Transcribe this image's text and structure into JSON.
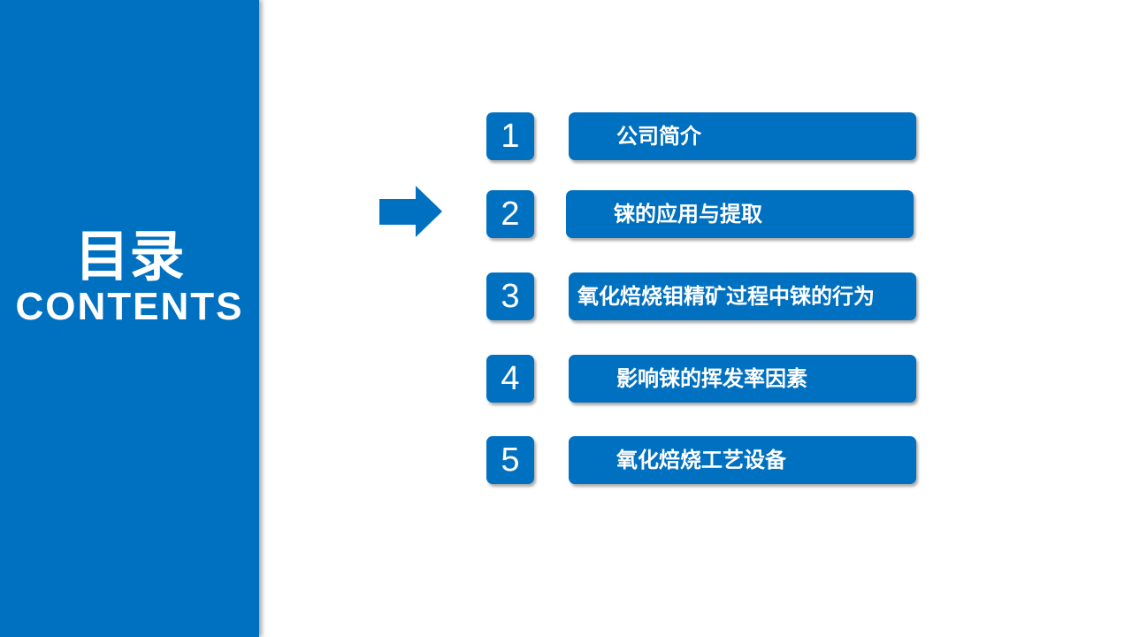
{
  "sidebar": {
    "title": "目录",
    "subtitle": "CONTENTS"
  },
  "items": [
    {
      "number": "1",
      "label": "公司简介"
    },
    {
      "number": "2",
      "label": "铼的应用与提取"
    },
    {
      "number": "3",
      "label": "氧化焙烧钼精矿过程中铼的行为"
    },
    {
      "number": "4",
      "label": "影响铼的挥发率因素"
    },
    {
      "number": "5",
      "label": "氧化焙烧工艺设备"
    }
  ],
  "current_item": "2",
  "colors": {
    "accent": "#0070C0"
  }
}
